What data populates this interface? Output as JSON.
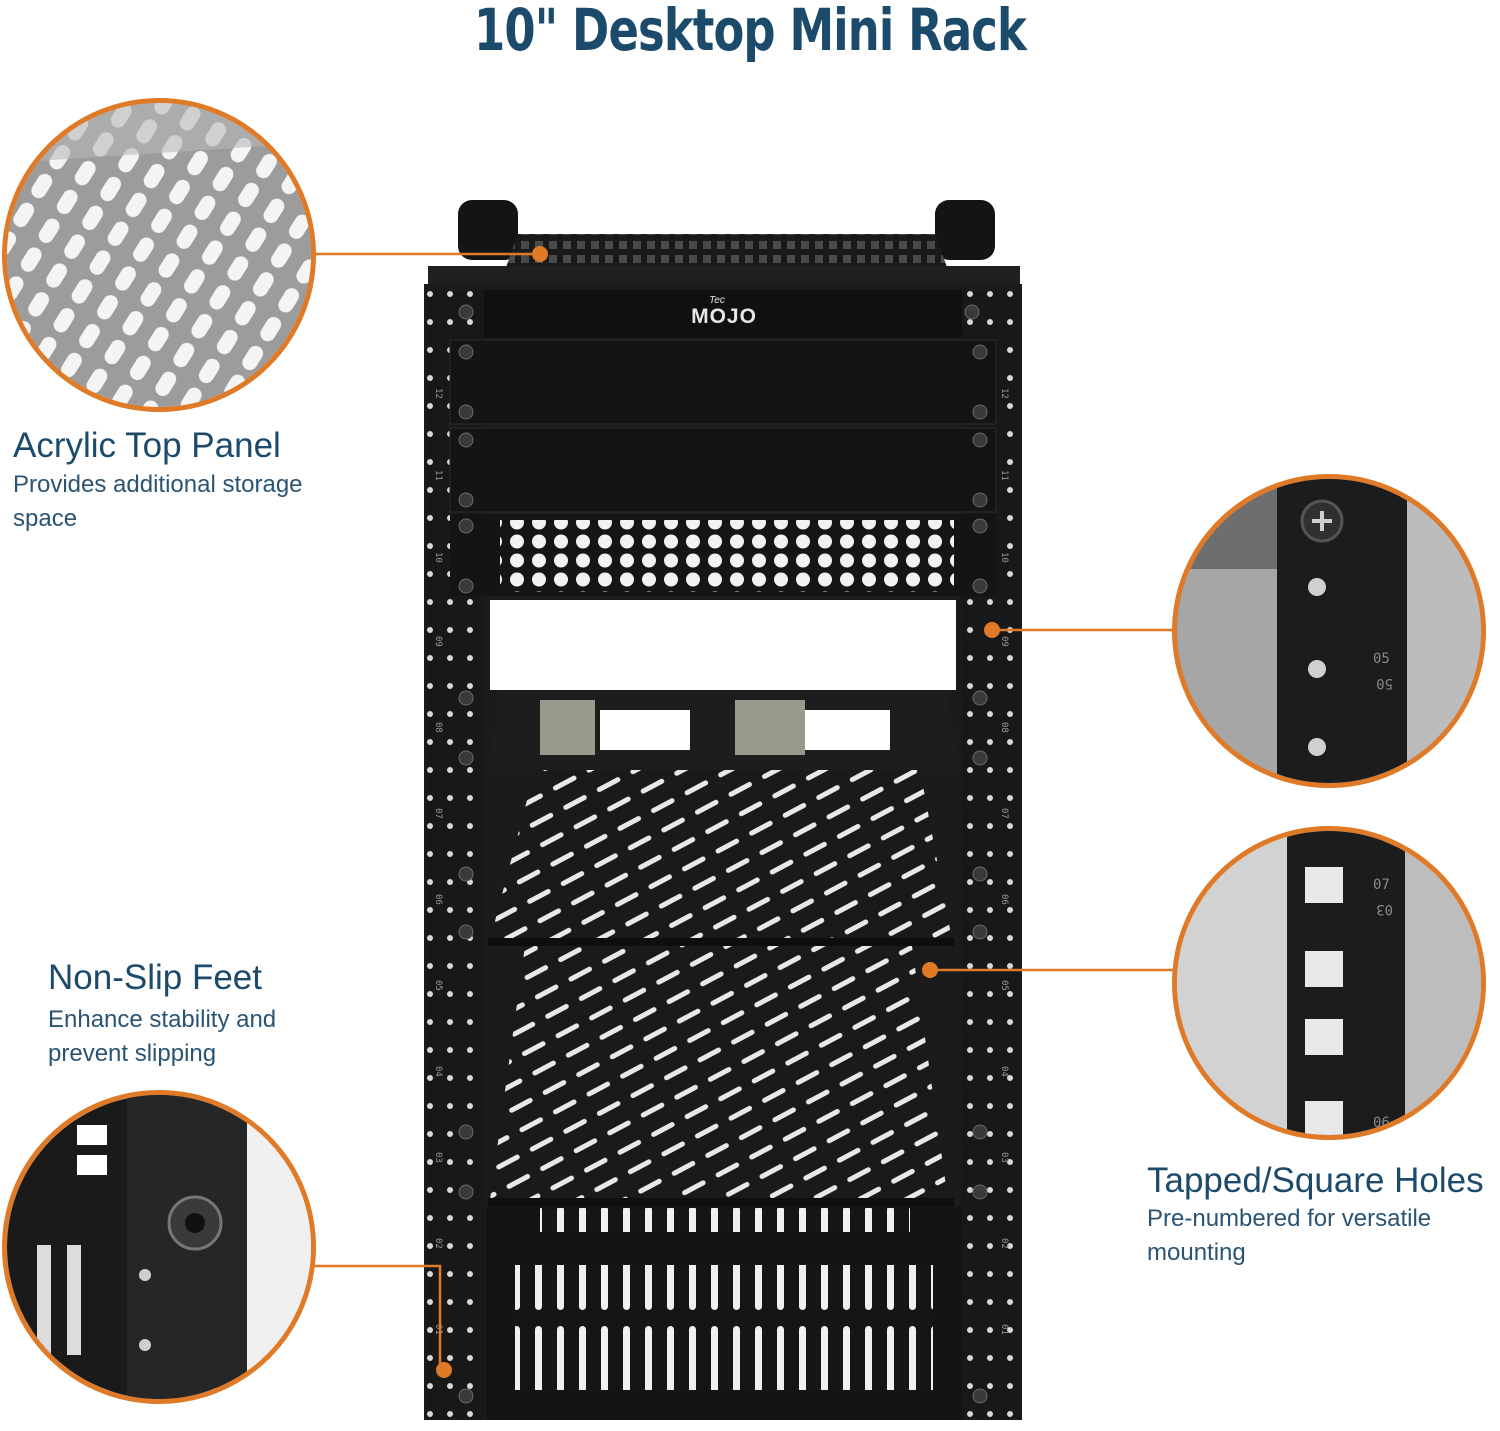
{
  "page": {
    "title": "10\" Desktop Mini Rack"
  },
  "features": {
    "top_panel": {
      "title": "Acrylic Top Panel",
      "description_line1": "Provides additional storage",
      "description_line2": "space"
    },
    "feet": {
      "title": "Non-Slip Feet",
      "description_line1": "Enhance stability and",
      "description_line2": "prevent slipping"
    },
    "holes": {
      "title": "Tapped/Square Holes",
      "description_line1": "Pre-numbered for versatile",
      "description_line2": "mounting"
    }
  },
  "brand": {
    "logo_small": "Tec",
    "logo_main": "MOJO"
  },
  "accent_color": "#e07a26",
  "title_color": "#1c4a6b",
  "rack_units": [
    "12",
    "11",
    "10",
    "09",
    "08",
    "07",
    "06",
    "05",
    "04",
    "03",
    "02",
    "01"
  ],
  "detail_labels": {
    "tapped_rail": [
      "05",
      "50"
    ],
    "square_rail": [
      "07",
      "03",
      "06"
    ]
  }
}
